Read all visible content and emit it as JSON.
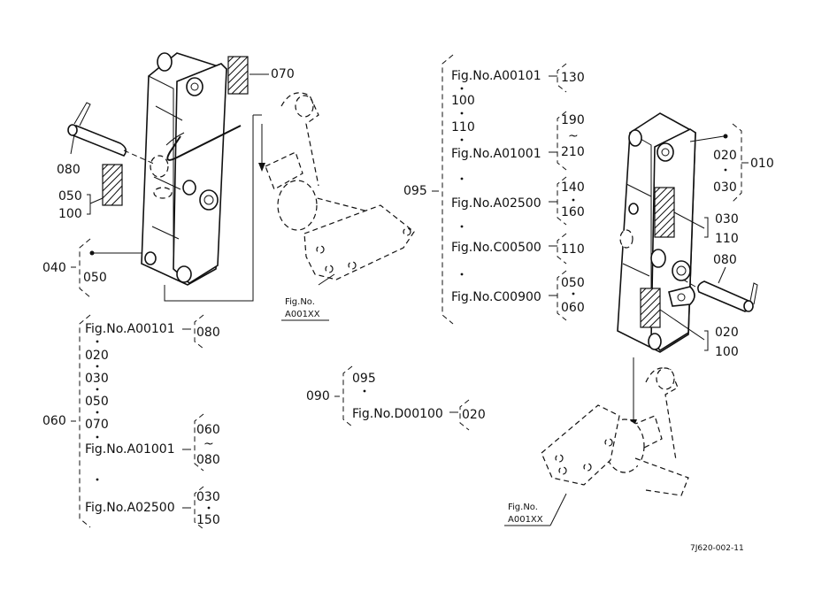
{
  "left": {
    "c070": "070",
    "c080": "080",
    "c050": "050",
    "c100": "100",
    "c040": "040",
    "c040_sub": "050",
    "fig_ref_1": "Fig.No.",
    "fig_ref_2": "A001XX",
    "c060": "060",
    "g060": {
      "fig1": "Fig.No.A00101",
      "fig1_val": "080",
      "i1": "020",
      "i2": "030",
      "i3": "050",
      "i4": "070",
      "fig2": "Fig.No.A01001",
      "fig2_a": "060",
      "fig2_tilde": "~",
      "fig2_b": "080",
      "fig3": "Fig.No.A02500",
      "fig3_a": "030",
      "fig3_b": "150"
    }
  },
  "center": {
    "c090": "090",
    "g090_a": "095",
    "g090_fig": "Fig.No.D00100",
    "g090_val": "020"
  },
  "right": {
    "c095": "095",
    "g095": {
      "fig1": "Fig.No.A00101",
      "fig1_val": "130",
      "i1": "100",
      "i2": "110",
      "fig2": "Fig.No.A01001",
      "fig2_a": "190",
      "fig2_tilde": "~",
      "fig2_b": "210",
      "fig3": "Fig.No.A02500",
      "fig3_a": "140",
      "fig3_b": "160",
      "fig4": "Fig.No.C00500",
      "fig4_val": "110",
      "fig5": "Fig.No.C00900",
      "fig5_a": "050",
      "fig5_b": "060"
    },
    "c010": "010",
    "g010_a": "020",
    "g010_b": "030",
    "c030": "030",
    "c110": "110",
    "c080": "080",
    "c020": "020",
    "c100": "100",
    "fig_ref_1": "Fig.No.",
    "fig_ref_2": "A001XX"
  },
  "footer": {
    "code": "7J620-002-11"
  }
}
